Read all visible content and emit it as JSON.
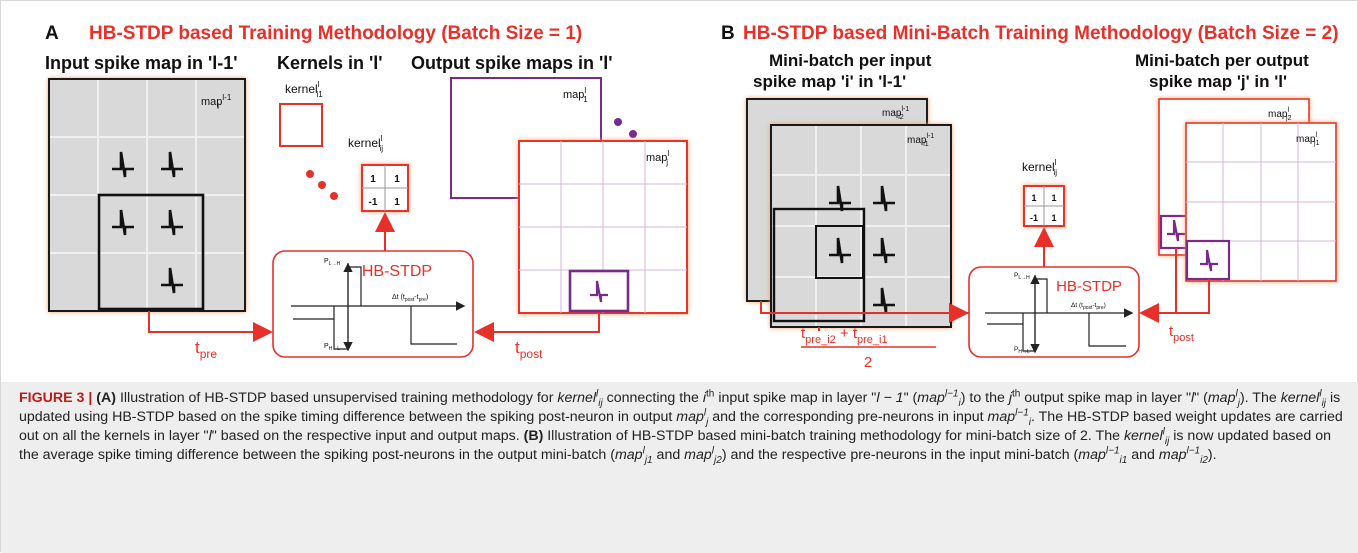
{
  "panel_a": {
    "letter": "A",
    "title": "HB-STDP based Training Methodology (Batch Size = 1)",
    "input_label": "Input spike map in 'l-1'",
    "kernels_label": "Kernels in 'l'",
    "output_label": "Output spike maps in 'l'",
    "hb_stdp": "HB-STDP",
    "t_pre": "t",
    "t_pre_sub": "pre",
    "t_post": "t",
    "t_post_sub": "post",
    "kernel_matrix": [
      "1",
      "1",
      "-1",
      "1"
    ]
  },
  "panel_b": {
    "letter": "B",
    "title": "HB-STDP based Mini-Batch Training Methodology (Batch Size = 2)",
    "input_label_1": "Mini-batch per input",
    "input_label_2": "spike map 'i' in 'l-1'",
    "output_label_1": "Mini-batch per output",
    "output_label_2": "spike map 'j' in 'l'",
    "hb_stdp": "HB-STDP",
    "t_post": "t",
    "t_post_sub": "post",
    "frac_num_1": "t",
    "frac_num_1_sub": "pre_i2",
    "frac_plus": " + ",
    "frac_num_2": "t",
    "frac_num_2_sub": "pre_i1",
    "frac_den": "2",
    "kernel_matrix": [
      "1",
      "1",
      "-1",
      "1"
    ]
  },
  "labels": {
    "map": "map",
    "kernel": "kernel",
    "sup_l": "l",
    "sup_lm1": "l-1",
    "sub_i": "i",
    "sub_j": "j",
    "sub_i1": "i1",
    "sub_i2": "i2",
    "sub_j1": "j1",
    "sub_j2": "j2",
    "sub_1": "1",
    "sub_i1_k": "i1",
    "sub_ij": "ij",
    "plot_p_top": "P",
    "plot_p_top_sub": "L→H",
    "plot_p_bot": "P",
    "plot_p_bot_sub": "H→L",
    "plot_dt": "Δt (t",
    "plot_dt_sub1": "post",
    "plot_dt_mid": "-t",
    "plot_dt_sub2": "pre",
    "plot_dt_end": ")"
  },
  "caption": {
    "fig_label": "FIGURE 3 | ",
    "a_ref": "(A)",
    "s1": " Illustration of HB-STDP based unsupervised training methodology for ",
    "kernel": "kernel",
    "ij": "ij",
    "l": "l",
    "s2": " connecting the ",
    "i": "i",
    "th": "th",
    "s3": " input spike map in layer \"",
    "lm1_text": "l − 1",
    "s4": "\" (",
    "map": "map",
    "lm1": "l−1",
    "s5": ") to the ",
    "j": "j",
    "s6": " output spike map in layer \"",
    "s7": "\" (",
    "s8": "). The ",
    "s9": " is updated using HB-STDP based on the spike timing difference between the spiking post-neuron in output ",
    "s10": " and the corresponding pre-neurons in input ",
    "s11": ". The HB-STDP based weight updates are carried out on all the kernels in layer \"",
    "s12": "\" based on the respective input and output maps. ",
    "b_ref": "(B)",
    "s13": " Illustration of HB-STDP based mini-batch training methodology for mini-batch size of 2. The ",
    "s14": " is now updated based on the average spike timing difference between the spiking post-neurons in the output mini-batch (",
    "j1": "j1",
    "and": " and ",
    "j2": "j2",
    "s15": ") and the respective pre-neurons in the input mini-batch (",
    "i1": "i1",
    "s16": " and ",
    "i2": "i2",
    "s17": ")."
  },
  "colors": {
    "red": "#e8302a",
    "orange_glow": "#f6b07a",
    "purple": "#7a2a8a",
    "grid_gray": "#d9d9d9",
    "caption_bg": "#eeeeee"
  }
}
